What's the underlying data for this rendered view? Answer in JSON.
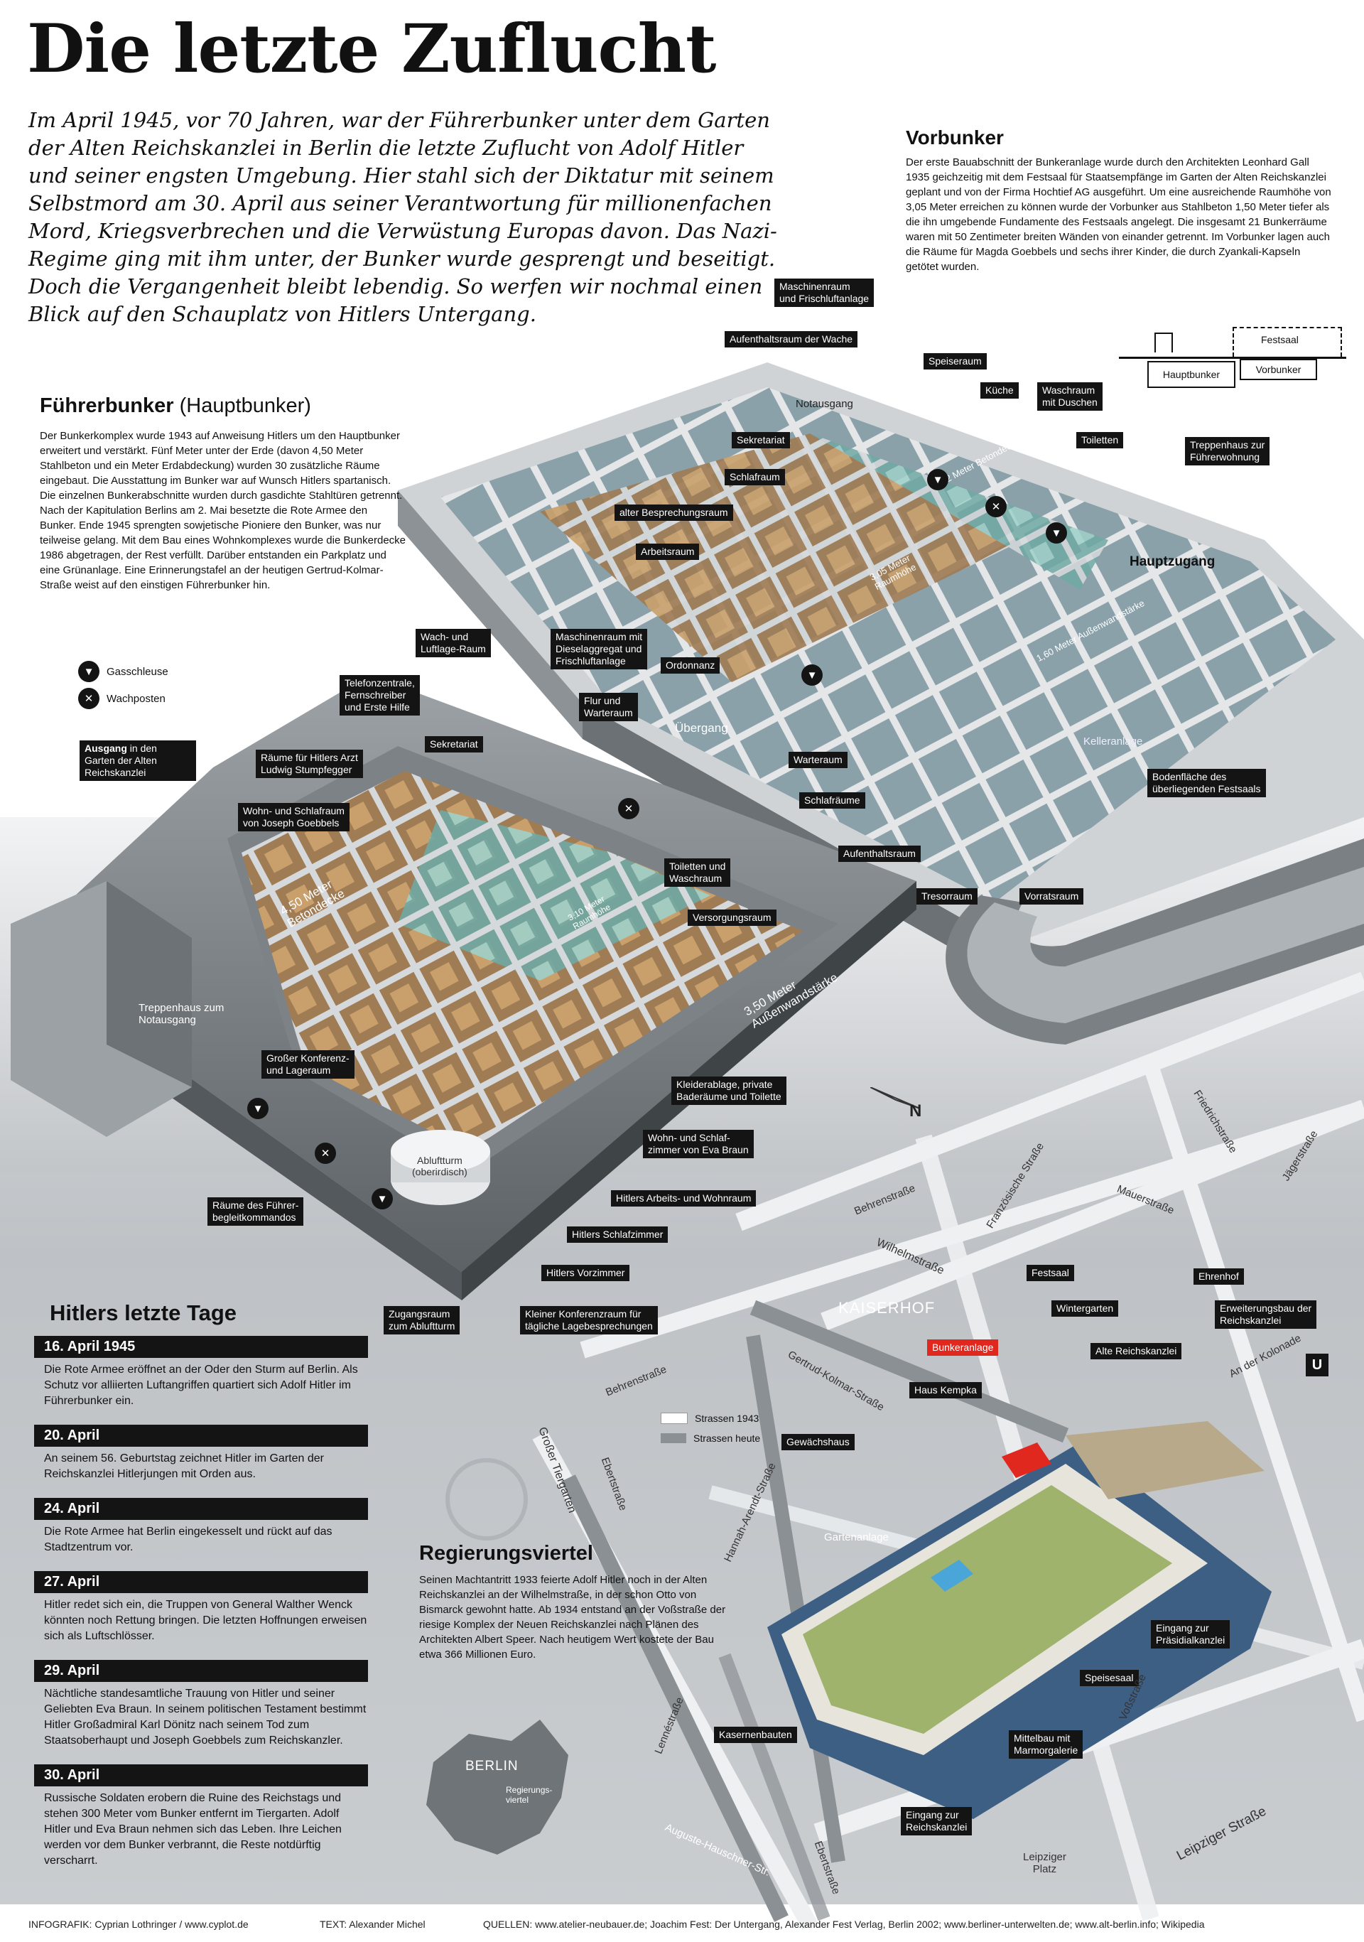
{
  "header": {
    "title": "Die letzte Zuflucht",
    "intro": "Im April 1945, vor 70 Jahren, war der Führerbunker unter dem Garten der Alten Reichskanzlei in Berlin die letzte Zuflucht von Adolf Hitler und seiner engsten Umgebung. Hier stahl sich der Diktatur mit seinem Selbstmord am 30. April aus seiner Verantwortung für millionenfachen Mord, Kriegsverbrechen und die Verwüstung Europas davon. Das Nazi-Regime ging mit ihm unter, der Bunker wurde gesprengt und beseitigt. Doch die Vergangenheit bleibt lebendig. So werfen wir nochmal einen Blick auf den Schauplatz von Hitlers Untergang."
  },
  "vorbunker": {
    "heading": "Vorbunker",
    "text": "Der erste Bauabschnitt der Bunkeranlage wurde durch den Architekten Leonhard Gall 1935 geichzeitig mit dem Festsaal für Staatsempfänge im Garten der Alten Reichskanzlei geplant und von der Firma Hochtief AG ausgeführt. Um eine ausreichende Raumhöhe von 3,05 Meter erreichen zu können wurde der Vorbunker aus Stahlbeton 1,50 Meter tiefer als die ihn umgebende Fundamente des Festsaals angelegt. Die insgesamt 21 Bunkerräume waren mit 50 Zentimeter breiten Wänden von einander getrennt. Im Vorbunker lagen auch die Räume für Magda Goebbels und sechs ihrer Kinder, die durch Zyankali-Kapseln getötet wurden.",
    "diagram": {
      "festsaal": "Festsaal",
      "hauptbunker": "Hauptbunker",
      "vorbunker": "Vorbunker"
    }
  },
  "fuehrerbunker": {
    "heading": "Führerbunker",
    "heading_suffix": "(Hauptbunker)",
    "text": "Der Bunkerkomplex wurde 1943 auf Anweisung Hitlers um den Hauptbunker erweitert und verstärkt. Fünf Meter unter der Erde (davon 4,50 Meter Stahlbeton und ein Meter Erdabdeckung) wurden 30 zusätzliche Räume eingebaut. Die Ausstattung im Bunker war auf Wunsch Hitlers spartanisch. Die einzelnen Bunkerabschnitte wurden durch gasdichte Stahltüren getrennt. Nach der Kapitulation Berlins am 2. Mai besetzte die Rote Armee den Bunker. Ende 1945 sprengten sowjetische Pioniere den Bunker, was nur teilweise gelang. Mit dem Bau eines Wohnkomplexes wurde die Bunkerdecke 1986 abgetragen, der Rest verfüllt. Darüber entstanden ein Parkplatz und eine Grünanlage. Eine Erinnerungstafel an der heutigen Gertrud-Kolmar-Straße weist auf den einstigen Führerbunker hin."
  },
  "legend": {
    "gasschleuse": "Gasschleuse",
    "wachposten": "Wachposten"
  },
  "vorbunker_labels": {
    "maschinenraum": "Maschinenraum\nund Frischluftanlage",
    "aufenthalt_wache": "Aufenthaltsraum der Wache",
    "speiseraum": "Speiseraum",
    "kueche": "Küche",
    "waschraum": "Waschraum\nmit Duschen",
    "toiletten": "Toiletten",
    "treppenhaus": "Treppenhaus zur\nFührerwohnung",
    "sekretariat": "Sekretariat",
    "schlafraum": "Schlafraum",
    "alter_besprechungsraum": "alter Besprechungsraum",
    "arbeitsraum": "Arbeitsraum",
    "ordonnanz": "Ordonnanz",
    "warteraum": "Warteraum",
    "schlafraeume": "Schlafräume",
    "aufenthaltsraum": "Aufenthaltsraum",
    "tresorraum": "Tresorraum",
    "vorratsraum": "Vorratsraum",
    "bodenflaeche": "Bodenfläche des\nüberliegenden Festsaals",
    "notausgang": "Notausgang",
    "hauptzugang": "Hauptzugang",
    "kelleranlage": "Kelleranlage",
    "uebergang": "Übergang",
    "decke_3": "3,05 Meter\nRaumhöhe",
    "decke_2": "2 Meter Betondecke",
    "wand_1": "1,60 Meter Außenwandstärke"
  },
  "hauptbunker_labels": {
    "wach_luftlage": "Wach- und\nLuftlage-Raum",
    "maschinenraum_diesel": "Maschinenraum mit\nDieselaggregat  und\nFrischluftanlage",
    "telefonzentrale": "Telefonzentrale,\nFernschreiber\nund  Erste Hilfe",
    "flur": "Flur und\nWarteraum",
    "sekretariat": "Sekretariat",
    "arzt": "Räume für Hitlers Arzt\nLudwig Stumpfegger",
    "goebbels": "Wohn- und Schlafraum\nvon Joseph Goebbels",
    "ausgang_head": "Ausgang",
    "ausgang_text": "in den\nGarten der Alten\nReichskanzlei",
    "toiletten": "Toiletten und\nWaschraum",
    "versorgungsraum": "Versorgungsraum",
    "konferenz": "Großer Konferenz-\nund Lageraum",
    "kleiderablage": "Kleiderablage, private\nBaderäume und Toilette",
    "braun": "Wohn- und Schlaf-\nzimmer von Eva Braun",
    "arbeitszimmer": "Hitlers Arbeits- und Wohnraum",
    "schlafzimmer": "Hitlers Schlafzimmer",
    "vorzimmer": "Hitlers Vorzimmer",
    "begleitkommando": "Räume des Führer-\nbegleitkommandos",
    "zugangsraum": "Zugangsraum\nzum Abluftturm",
    "kleiner_konferenz": "Kleiner Konferenzraum für\ntägliche Lagebesprechungen",
    "treppenhaus": "Treppenhaus zum\nNotausgang",
    "abluftturm": "Abluftturm\n(oberirdisch)",
    "decke": "4,50 Meter\nBetondecke",
    "wand": "3,50 Meter\nAußenwandstärke",
    "hoehe": "3,10 Meter\nRaumhöhe"
  },
  "compass": "N",
  "last_days": {
    "heading": "Hitlers letzte Tage",
    "entries": [
      {
        "date": "16. April 1945",
        "text": "Die Rote Armee eröffnet an der Oder den Sturm auf Berlin. Als Schutz vor alliierten Luftangriffen quartiert sich Adolf Hitler im Führerbunker ein."
      },
      {
        "date": "20. April",
        "text": "An seinem 56. Geburtstag zeichnet Hitler im Garten der Reichskanzlei Hitlerjungen mit Orden aus."
      },
      {
        "date": "24. April",
        "text": "Die Rote Armee hat Berlin eingekesselt und rückt auf das Stadtzentrum vor."
      },
      {
        "date": "27. April",
        "text": "Hitler redet sich ein, die Truppen von General Walther Wenck könnten noch Rettung bringen. Die letzten Hoffnungen erweisen sich als Luftschlösser."
      },
      {
        "date": "29. April",
        "text": "Nächtliche standesamtliche Trauung von Hitler und seiner Geliebten Eva Braun. In seinem politischen Testament bestimmt Hitler Großadmiral Karl Dönitz nach seinem Tod zum Staatsoberhaupt und Joseph Goebbels zum Reichskanzler."
      },
      {
        "date": "30. April",
        "text": "Russische Soldaten erobern die Ruine des Reichstags und stehen 300 Meter vom Bunker entfernt  im Tiergarten. Adolf Hitler und Eva Braun nehmen sich das Leben. Ihre Leichen werden vor dem Bunker verbrannt, die Reste notdürftig verscharrt."
      }
    ]
  },
  "regierungsviertel": {
    "heading": "Regierungsviertel",
    "text": "Seinen Machtantritt 1933 feierte Adolf Hitler noch in der Alten Reichskanzlei an der Wilhelmstraße, in der schon Otto von Bismarck gewohnt hatte.  Ab 1934 entstand an der Voßstraße der riesige Komplex der Neuen Reichskanzlei nach Plänen des Architekten Albert Speer. Nach heutigem Wert kostete der Bau etwa 366 Millionen Euro."
  },
  "map_legend": {
    "strassen_1943": "Strassen 1943",
    "strassen_heute": "Strassen heute"
  },
  "map_labels": {
    "festsaal": "Festsaal",
    "ehrenhof": "Ehrenhof",
    "wintergarten": "Wintergarten",
    "erweiterungsbau": "Erweiterungsbau der\nReichskanzlei",
    "bunkeranlage": "Bunkeranlage",
    "alte_reichskanzlei": "Alte Reichskanzlei",
    "haus_kempka": "Haus Kempka",
    "gewaechshaus": "Gewächshaus",
    "praesidial": "Eingang zur\nPräsidialkanzlei",
    "speisesaal": "Speisesaal",
    "mittelbau": "Mittelbau mit\nMarmorgalerie",
    "kasernenbauten": "Kasernenbauten",
    "eingang_reichskanzlei": "Eingang zur\nReichskanzlei",
    "gartenanlage": "Gartenanlage",
    "kaiserhof": "KAISERHOF",
    "ubahn": "U"
  },
  "streets": {
    "behrenstrasse_1": "Behrenstraße",
    "behrenstrasse_2": "Behrenstraße",
    "wilhelmstrasse": "Wilhelmstraße",
    "franzoesische": "Französische Straße",
    "mauerstrasse": "Mauerstraße",
    "jaegerstrasse": "Jägerstraße",
    "friedrichstrasse": "Friedrichstraße",
    "gertrud": "Gertrud-Kolmar-Straße",
    "an_der_kolonade": "An der Kolonade",
    "grosser_tiergarten": "Großer Tiergarten",
    "ebertstrasse_1": "Ebertstraße",
    "ebertstrasse_2": "Ebertstraße",
    "hannah": "Hannah-Arendt-Straße",
    "vossstrasse": "Voßstraße",
    "lennestrasse": "Lennéstraße",
    "auguste": "Auguste-Hauschner-Str.",
    "leipziger_platz": "Leipziger\nPlatz",
    "leipziger_strasse": "Leipziger Straße"
  },
  "inset": {
    "city": "BERLIN",
    "marker": "Regierungs-\nviertel"
  },
  "footer": {
    "infografik": "INFOGRAFIK: Cyprian Lothringer / www.cyplot.de",
    "text": "TEXT: Alexander Michel",
    "quellen": "QUELLEN: www.atelier-neubauer.de; Joachim Fest: Der Untergang, Alexander Fest Verlag, Berlin 2002; www.berliner-unterwelten.de; www.alt-berlin.info; Wikipedia"
  },
  "colors": {
    "label_bg": "#141414",
    "accent_red": "#e0281f",
    "concrete": "#8e9499",
    "room_warm": "#b58a58",
    "room_cool": "#7fb8b5",
    "street": "#d7dadc",
    "garden": "#9fb36d"
  },
  "icons": [
    "gas-lock-icon",
    "guard-post-icon",
    "north-arrow-icon",
    "swastika-emblem-icon",
    "ubahn-icon"
  ]
}
